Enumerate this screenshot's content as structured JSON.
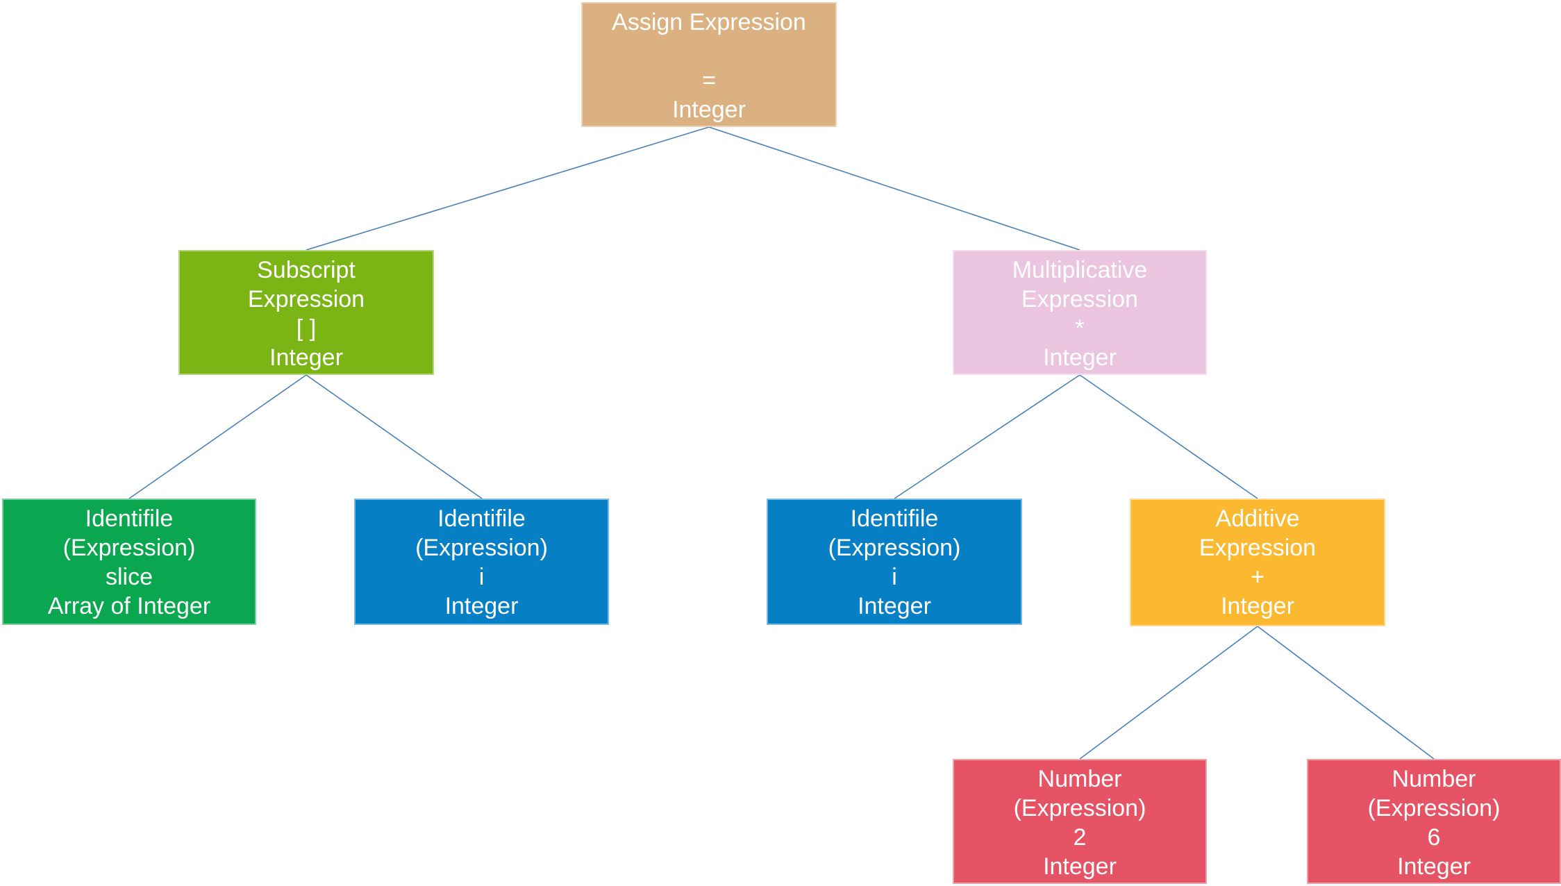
{
  "palette": {
    "assign": "#DCB181",
    "subscript": "#7BB515",
    "multiplicative": "#EBC4DF",
    "identifier_green": "#0BA750",
    "identifier_blue": "#067FC5",
    "additive": "#FBB931",
    "number": "#E55364",
    "edge": "#4A80B8",
    "text": "#FFFFFF"
  },
  "nodes": [
    {
      "id": "assign",
      "lines": [
        "Assign Expression",
        "",
        "=",
        "Integer"
      ],
      "color": "#DCB181"
    },
    {
      "id": "subscript",
      "lines": [
        "Subscript",
        "Expression",
        "[ ]",
        "Integer"
      ],
      "color": "#7BB515"
    },
    {
      "id": "multiplicative",
      "lines": [
        "Multiplicative",
        "Expression",
        "*",
        "Integer"
      ],
      "color": "#EBC4DF"
    },
    {
      "id": "ident-slice",
      "lines": [
        "Identifile",
        "(Expression)",
        "slice",
        "Array of Integer"
      ],
      "color": "#0BA750"
    },
    {
      "id": "ident-i-left",
      "lines": [
        "Identifile",
        "(Expression)",
        "i",
        "Integer"
      ],
      "color": "#067FC5"
    },
    {
      "id": "ident-i-right",
      "lines": [
        "Identifile",
        "(Expression)",
        "i",
        "Integer"
      ],
      "color": "#067FC5"
    },
    {
      "id": "additive",
      "lines": [
        "Additive",
        "Expression",
        "+",
        "Integer"
      ],
      "color": "#FBB931"
    },
    {
      "id": "number-2",
      "lines": [
        "Number",
        "(Expression)",
        "2",
        "Integer"
      ],
      "color": "#E55364"
    },
    {
      "id": "number-6",
      "lines": [
        "Number",
        "(Expression)",
        "6",
        "Integer"
      ],
      "color": "#E55364"
    }
  ],
  "edges": [
    {
      "from": "assign",
      "to": "subscript"
    },
    {
      "from": "assign",
      "to": "multiplicative"
    },
    {
      "from": "subscript",
      "to": "ident-slice"
    },
    {
      "from": "subscript",
      "to": "ident-i-left"
    },
    {
      "from": "multiplicative",
      "to": "ident-i-right"
    },
    {
      "from": "multiplicative",
      "to": "additive"
    },
    {
      "from": "additive",
      "to": "number-2"
    },
    {
      "from": "additive",
      "to": "number-6"
    }
  ]
}
